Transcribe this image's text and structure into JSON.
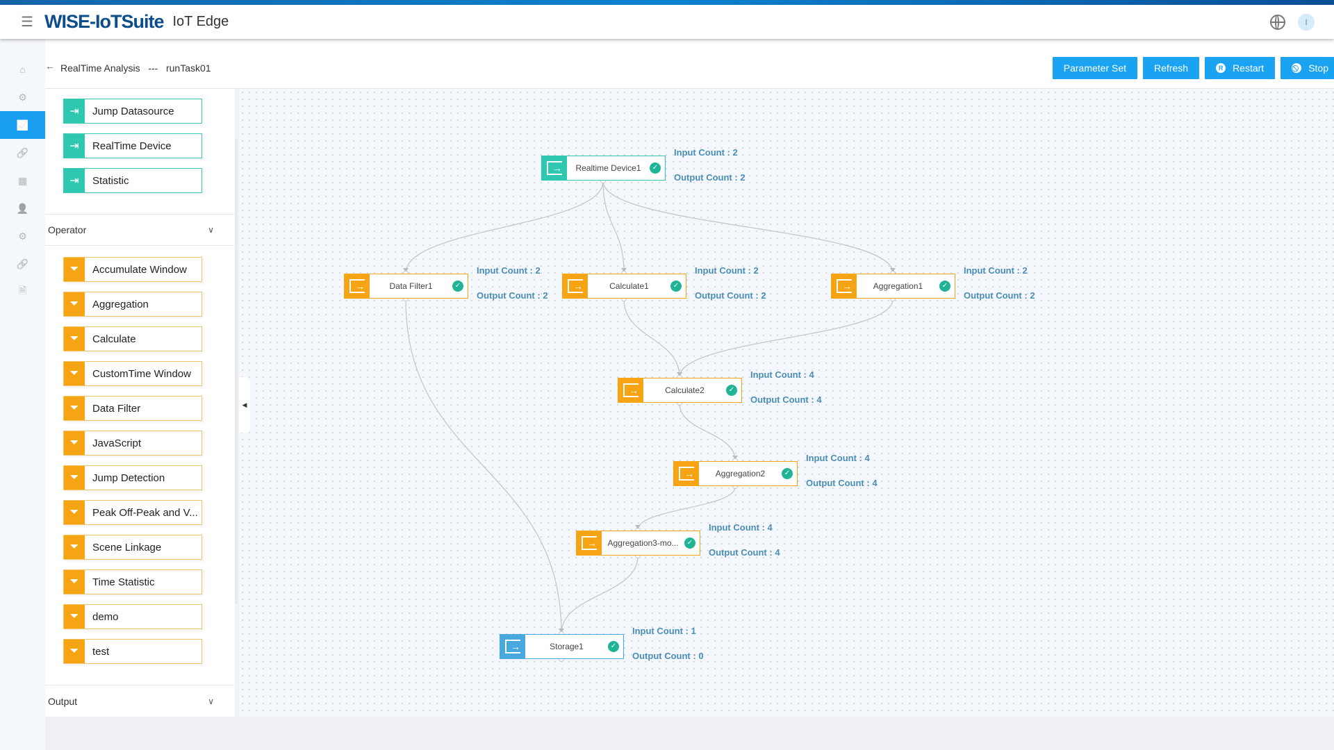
{
  "header": {
    "logo": "WISE-IoTSuite",
    "app_name": "IoT Edge",
    "avatar_initial": "I"
  },
  "nav": {
    "items": [
      {
        "icon": "home-icon",
        "glyph": "⌂"
      },
      {
        "icon": "device-gear-icon",
        "glyph": "⚙"
      },
      {
        "icon": "chart-icon",
        "glyph": "📈",
        "active": true
      },
      {
        "icon": "link-icon",
        "glyph": "🔗"
      },
      {
        "icon": "table-icon",
        "glyph": "▦"
      },
      {
        "icon": "user-icon",
        "glyph": "👤"
      },
      {
        "icon": "settings-icon",
        "glyph": "⚙"
      },
      {
        "icon": "link2-icon",
        "glyph": "🔗"
      },
      {
        "icon": "document-icon",
        "glyph": "🗎"
      }
    ]
  },
  "breadcrumb": {
    "section": "RealTime Analysis",
    "separator": "---",
    "task": "runTask01"
  },
  "toolbar": {
    "parameter_set": "Parameter Set",
    "refresh": "Refresh",
    "restart": "Restart",
    "restart_badge": "R",
    "stop": "Stop"
  },
  "palette": {
    "sources": [
      "Jump Datasource",
      "RealTime Device",
      "Statistic"
    ],
    "operator_header": "Operator",
    "operators": [
      "Accumulate Window",
      "Aggregation",
      "Calculate",
      "CustomTime Window",
      "Data Filter",
      "JavaScript",
      "Jump Detection",
      "Peak Off-Peak and V...",
      "Scene Linkage",
      "Time Statistic",
      "demo",
      "test"
    ],
    "output_header": "Output"
  },
  "colors": {
    "source": "#2ec8b0",
    "operator": "#f7a414",
    "output": "#4aa8e0",
    "accent": "#1aa3f2",
    "count_text": "#4a8eb8"
  },
  "count_labels": {
    "input": "Input Count : ",
    "output": "Output Count : "
  },
  "flow": {
    "nodes": [
      {
        "name": "Realtime Device1",
        "type": "source",
        "input": 2,
        "output": 2,
        "status": "ok"
      },
      {
        "name": "Data Filter1",
        "type": "operator",
        "input": 2,
        "output": 2,
        "status": "ok"
      },
      {
        "name": "Calculate1",
        "type": "operator",
        "input": 2,
        "output": 2,
        "status": "ok"
      },
      {
        "name": "Aggregation1",
        "type": "operator",
        "input": 2,
        "output": 2,
        "status": "ok"
      },
      {
        "name": "Calculate2",
        "type": "operator",
        "input": 4,
        "output": 4,
        "status": "ok"
      },
      {
        "name": "Aggregation2",
        "type": "operator",
        "input": 4,
        "output": 4,
        "status": "ok"
      },
      {
        "name": "Aggregation3-mo...",
        "type": "operator",
        "input": 4,
        "output": 4,
        "status": "ok"
      },
      {
        "name": "Storage1",
        "type": "output",
        "input": 1,
        "output": 0,
        "status": "ok"
      }
    ],
    "edges": [
      [
        "Realtime Device1",
        "Data Filter1"
      ],
      [
        "Realtime Device1",
        "Calculate1"
      ],
      [
        "Realtime Device1",
        "Aggregation1"
      ],
      [
        "Calculate1",
        "Calculate2"
      ],
      [
        "Aggregation1",
        "Calculate2"
      ],
      [
        "Calculate2",
        "Aggregation2"
      ],
      [
        "Aggregation2",
        "Aggregation3-mo..."
      ],
      [
        "Aggregation3-mo...",
        "Storage1"
      ],
      [
        "Data Filter1",
        "Storage1"
      ]
    ]
  }
}
